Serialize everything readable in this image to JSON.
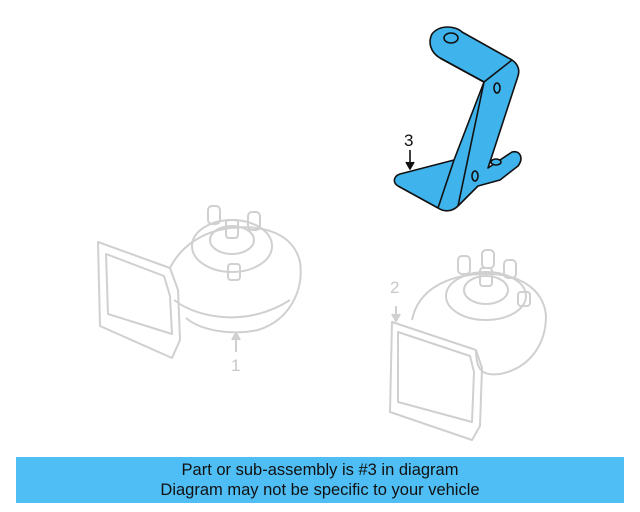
{
  "diagram": {
    "parts": [
      {
        "number": "1",
        "name": "horn-low",
        "highlighted": false
      },
      {
        "number": "2",
        "name": "horn-high",
        "highlighted": false
      },
      {
        "number": "3",
        "name": "horn-bracket",
        "highlighted": true
      }
    ],
    "highlight_color": "#3fb3ec",
    "ghost_color": "#d0d0d0"
  },
  "banner": {
    "line1": "Part or sub-assembly is #3 in diagram",
    "line2": "Diagram may not be specific to your vehicle",
    "background": "#4fbef5"
  }
}
